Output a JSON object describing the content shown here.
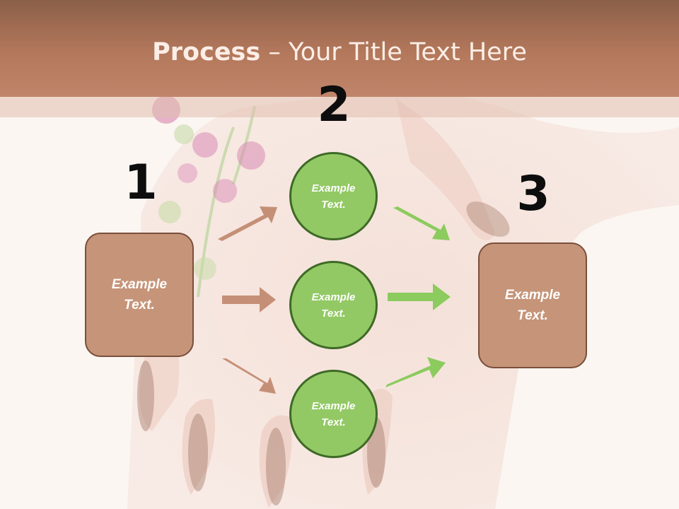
{
  "slide": {
    "title_bold": "Process",
    "title_rest": " – Your Title Text Here"
  },
  "steps": {
    "step1_number": "1",
    "step2_number": "2",
    "step3_number": "3"
  },
  "left_box": {
    "text_line1": "Example",
    "text_line2": "Text."
  },
  "right_box": {
    "text_line1": "Example",
    "text_line2": "Text."
  },
  "circles": [
    {
      "line1": "Example",
      "line2": "Text."
    },
    {
      "line1": "Example",
      "line2": "Text."
    },
    {
      "line1": "Example",
      "line2": "Text."
    }
  ],
  "colors": {
    "title_bar": "#b4785c",
    "box_fill": "#c69478",
    "box_border": "#7a4f3c",
    "circle_fill": "#93c965",
    "circle_border": "#3e6a26",
    "brown_arrow": "#c58f77",
    "green_arrow": "#8ccb5e"
  }
}
